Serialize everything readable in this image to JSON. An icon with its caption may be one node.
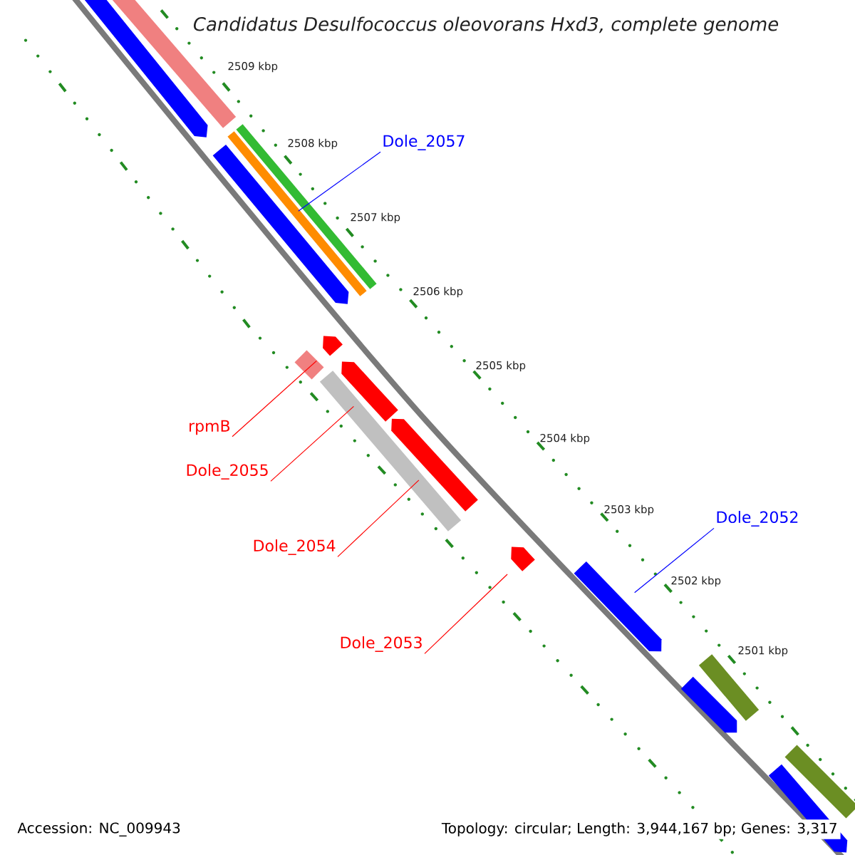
{
  "diagram": {
    "title": "Candidatus Desulfococcus oleovorans Hxd3, complete genome",
    "nodes": [
      {
        "text": [
          "Dole_2057"
        ]
      },
      {
        "text": [],
        "shape": "bar"
      },
      {
        "text": [],
        "shape": "bar"
      },
      {
        "text": [],
        "shape": "bar"
      },
      {
        "text": [],
        "shape": "bar"
      },
      {
        "text": [],
        "shape": "bar"
      },
      {
        "text": [
          "rpmB"
        ]
      },
      {
        "text": [],
        "shape": "bar"
      },
      {
        "text": [],
        "shape": "bar"
      },
      {
        "text": [
          "Dole_2055"
        ]
      },
      {
        "text": [],
        "shape": "bar"
      },
      {
        "text": [],
        "shape": "bar"
      },
      {
        "text": [
          "Dole_2054"
        ]
      },
      {
        "text": [],
        "shape": "bar"
      },
      {
        "text": [
          "Dole_2053"
        ]
      },
      {
        "text": [],
        "shape": "bar"
      },
      {
        "text": [
          "Dole_2052"
        ]
      },
      {
        "text": [],
        "shape": "bar"
      },
      {
        "text": [],
        "shape": "bar"
      },
      {
        "text": [],
        "shape": "bar"
      },
      {
        "text": [],
        "shape": "bar"
      },
      {
        "text": [],
        "shape": "bar"
      }
    ],
    "edges": [
      {
        "from": 0,
        "to": 5,
        "arrow": "none",
        "color": "#0000ff"
      },
      {
        "from": 6,
        "to": 7,
        "arrow": "none"
      },
      {
        "from": 9,
        "to": 10,
        "arrow": "none"
      },
      {
        "from": 12,
        "to": 13,
        "arrow": "none"
      },
      {
        "from": 14,
        "to": 15,
        "arrow": "none"
      },
      {
        "from": 16,
        "to": 17,
        "arrow": "none",
        "color": "#0000ff"
      }
    ],
    "labels": [
      "2509 kbp",
      "2508 kbp",
      "2507 kbp",
      "2506 kbp",
      "2505 kbp",
      "2504 kbp",
      "2503 kbp",
      "2502 kbp",
      "2501 kbp",
      "Accession: NC_009943",
      "Topology: circular; Length: 3,944,167 bp; Genes: 3,317"
    ]
  }
}
